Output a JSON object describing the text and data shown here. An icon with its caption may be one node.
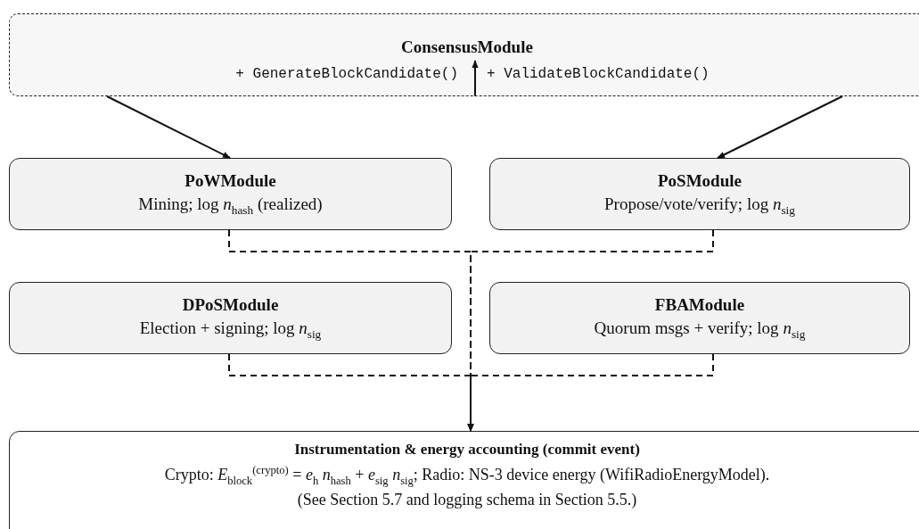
{
  "diagram": {
    "nodes": [
      {
        "text": [
          "ConsensusModule",
          "+ GenerateBlockCandidate()",
          "+ ValidateBlockCandidate()"
        ]
      },
      {
        "text": [
          "PoWModule",
          "Mining; log *n*$_{hash}$ (realized)"
        ]
      },
      {
        "text": [
          "PoSModule",
          "Propose/vote/verify; log *n*$_{sig}$"
        ]
      },
      {
        "text": [
          "DPoSModule",
          "Election + signing; log *n*$_{sig}$"
        ]
      },
      {
        "text": [
          "FBAModule",
          "Quorum msgs + verify; log *n*$_{sig}$"
        ]
      },
      {
        "text": [
          "Instrumentation & energy accounting (commit event)",
          "Crypto: *E*$_{block}$$^{(crypto)}$ = *e*$_{h}$ *n*$_{hash}$ + *e*$_{sig}$ *n*$_{sig}$;  Radio: NS-3 device energy (WifiRadioEnergyModel).",
          "(See Section 5.7 and logging schema in Section 5.5.)"
        ]
      }
    ],
    "edges": [
      {
        "from": 0,
        "to": 1,
        "arrow": "to"
      },
      {
        "from": 0,
        "to": 2,
        "arrow": "to"
      },
      {
        "from": null,
        "to": 0,
        "arrow": "to"
      },
      {
        "from": 1,
        "to": 5,
        "arrow": "to",
        "style": "dashed"
      },
      {
        "from": 2,
        "to": 5,
        "arrow": "to",
        "style": "dashed"
      },
      {
        "from": 3,
        "to": 5,
        "arrow": "to",
        "style": "dashed"
      },
      {
        "from": 4,
        "to": 5,
        "arrow": "to",
        "style": "dashed"
      }
    ]
  }
}
